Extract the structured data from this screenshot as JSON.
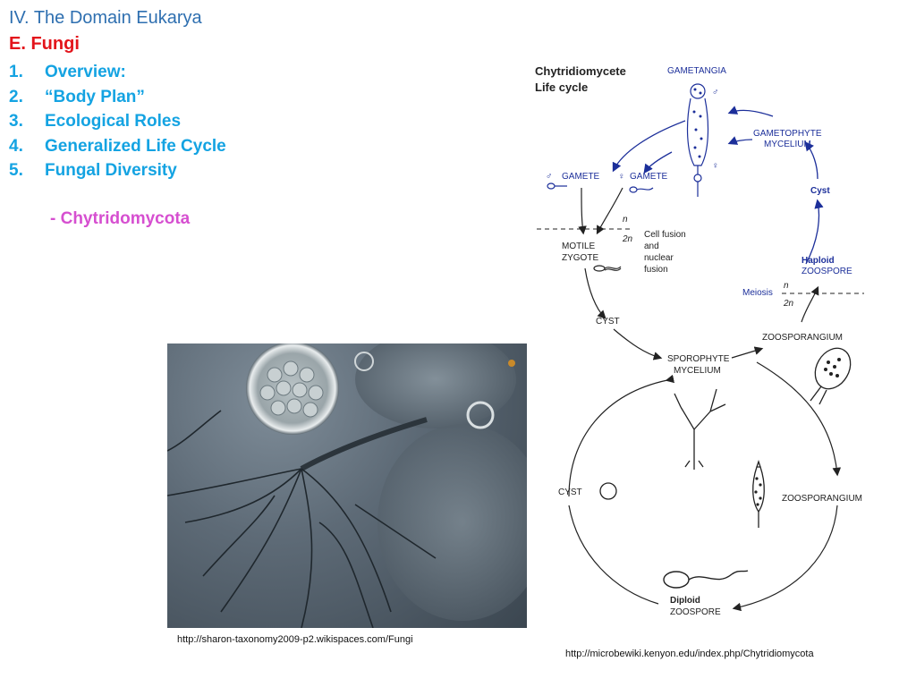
{
  "slide": {
    "title": "IV. The Domain Eukarya",
    "subtitle": "E. Fungi",
    "outline": [
      {
        "num": "1.",
        "label": "Overview:"
      },
      {
        "num": "2.",
        "label": "“Body Plan”"
      },
      {
        "num": "3.",
        "label": "Ecological Roles"
      },
      {
        "num": "4.",
        "label": "Generalized Life Cycle"
      },
      {
        "num": "5.",
        "label": "Fungal Diversity"
      }
    ],
    "sub_topic": "- Chytridomycota",
    "caption_left": "http://sharon-taxonomy2009-p2.wikispaces.com/Fungi",
    "caption_right": "http://microbewiki.kenyon.edu/index.php/Chytridiomycota"
  },
  "diagram": {
    "title_line1": "Chytridiomycete",
    "title_line2": "Life cycle",
    "gametangia": "GAMETANGIA",
    "gametophyte_line1": "GAMETOPHYTE",
    "gametophyte_line2": "MYCELIUM",
    "gamete_male": "GAMETE",
    "gamete_female": "GAMETE",
    "male_symbol": "♂",
    "female_symbol": "♀",
    "n_label": "n",
    "two_n_label": "2n",
    "fusion_line1": "Cell fusion",
    "fusion_line2": "and",
    "fusion_line3": "nuclear",
    "fusion_line4": "fusion",
    "motile_line1": "MOTILE",
    "motile_line2": "ZYGOTE",
    "cyst": "Cyst",
    "haploid": "Haploid",
    "zoospore": "ZOOSPORE",
    "meiosis": "Meiosis",
    "cyst_upper": "CYST",
    "sporophyte_line1": "SPOROPHYTE",
    "sporophyte_line2": "MYCELIUM",
    "zoosporangium_top": "ZOOSPORANGIUM",
    "cyst_lower": "CYST",
    "zoosporangium_bottom": "ZOOSPORANGIUM",
    "diploid": "Diploid",
    "diploid_zoospore": "ZOOSPORE"
  },
  "colors": {
    "title": "#2e6fb0",
    "subtitle": "#e3141b",
    "outline": "#14a3e2",
    "sub_topic": "#d64fd0",
    "diagram_blue": "#1c2f9a"
  }
}
